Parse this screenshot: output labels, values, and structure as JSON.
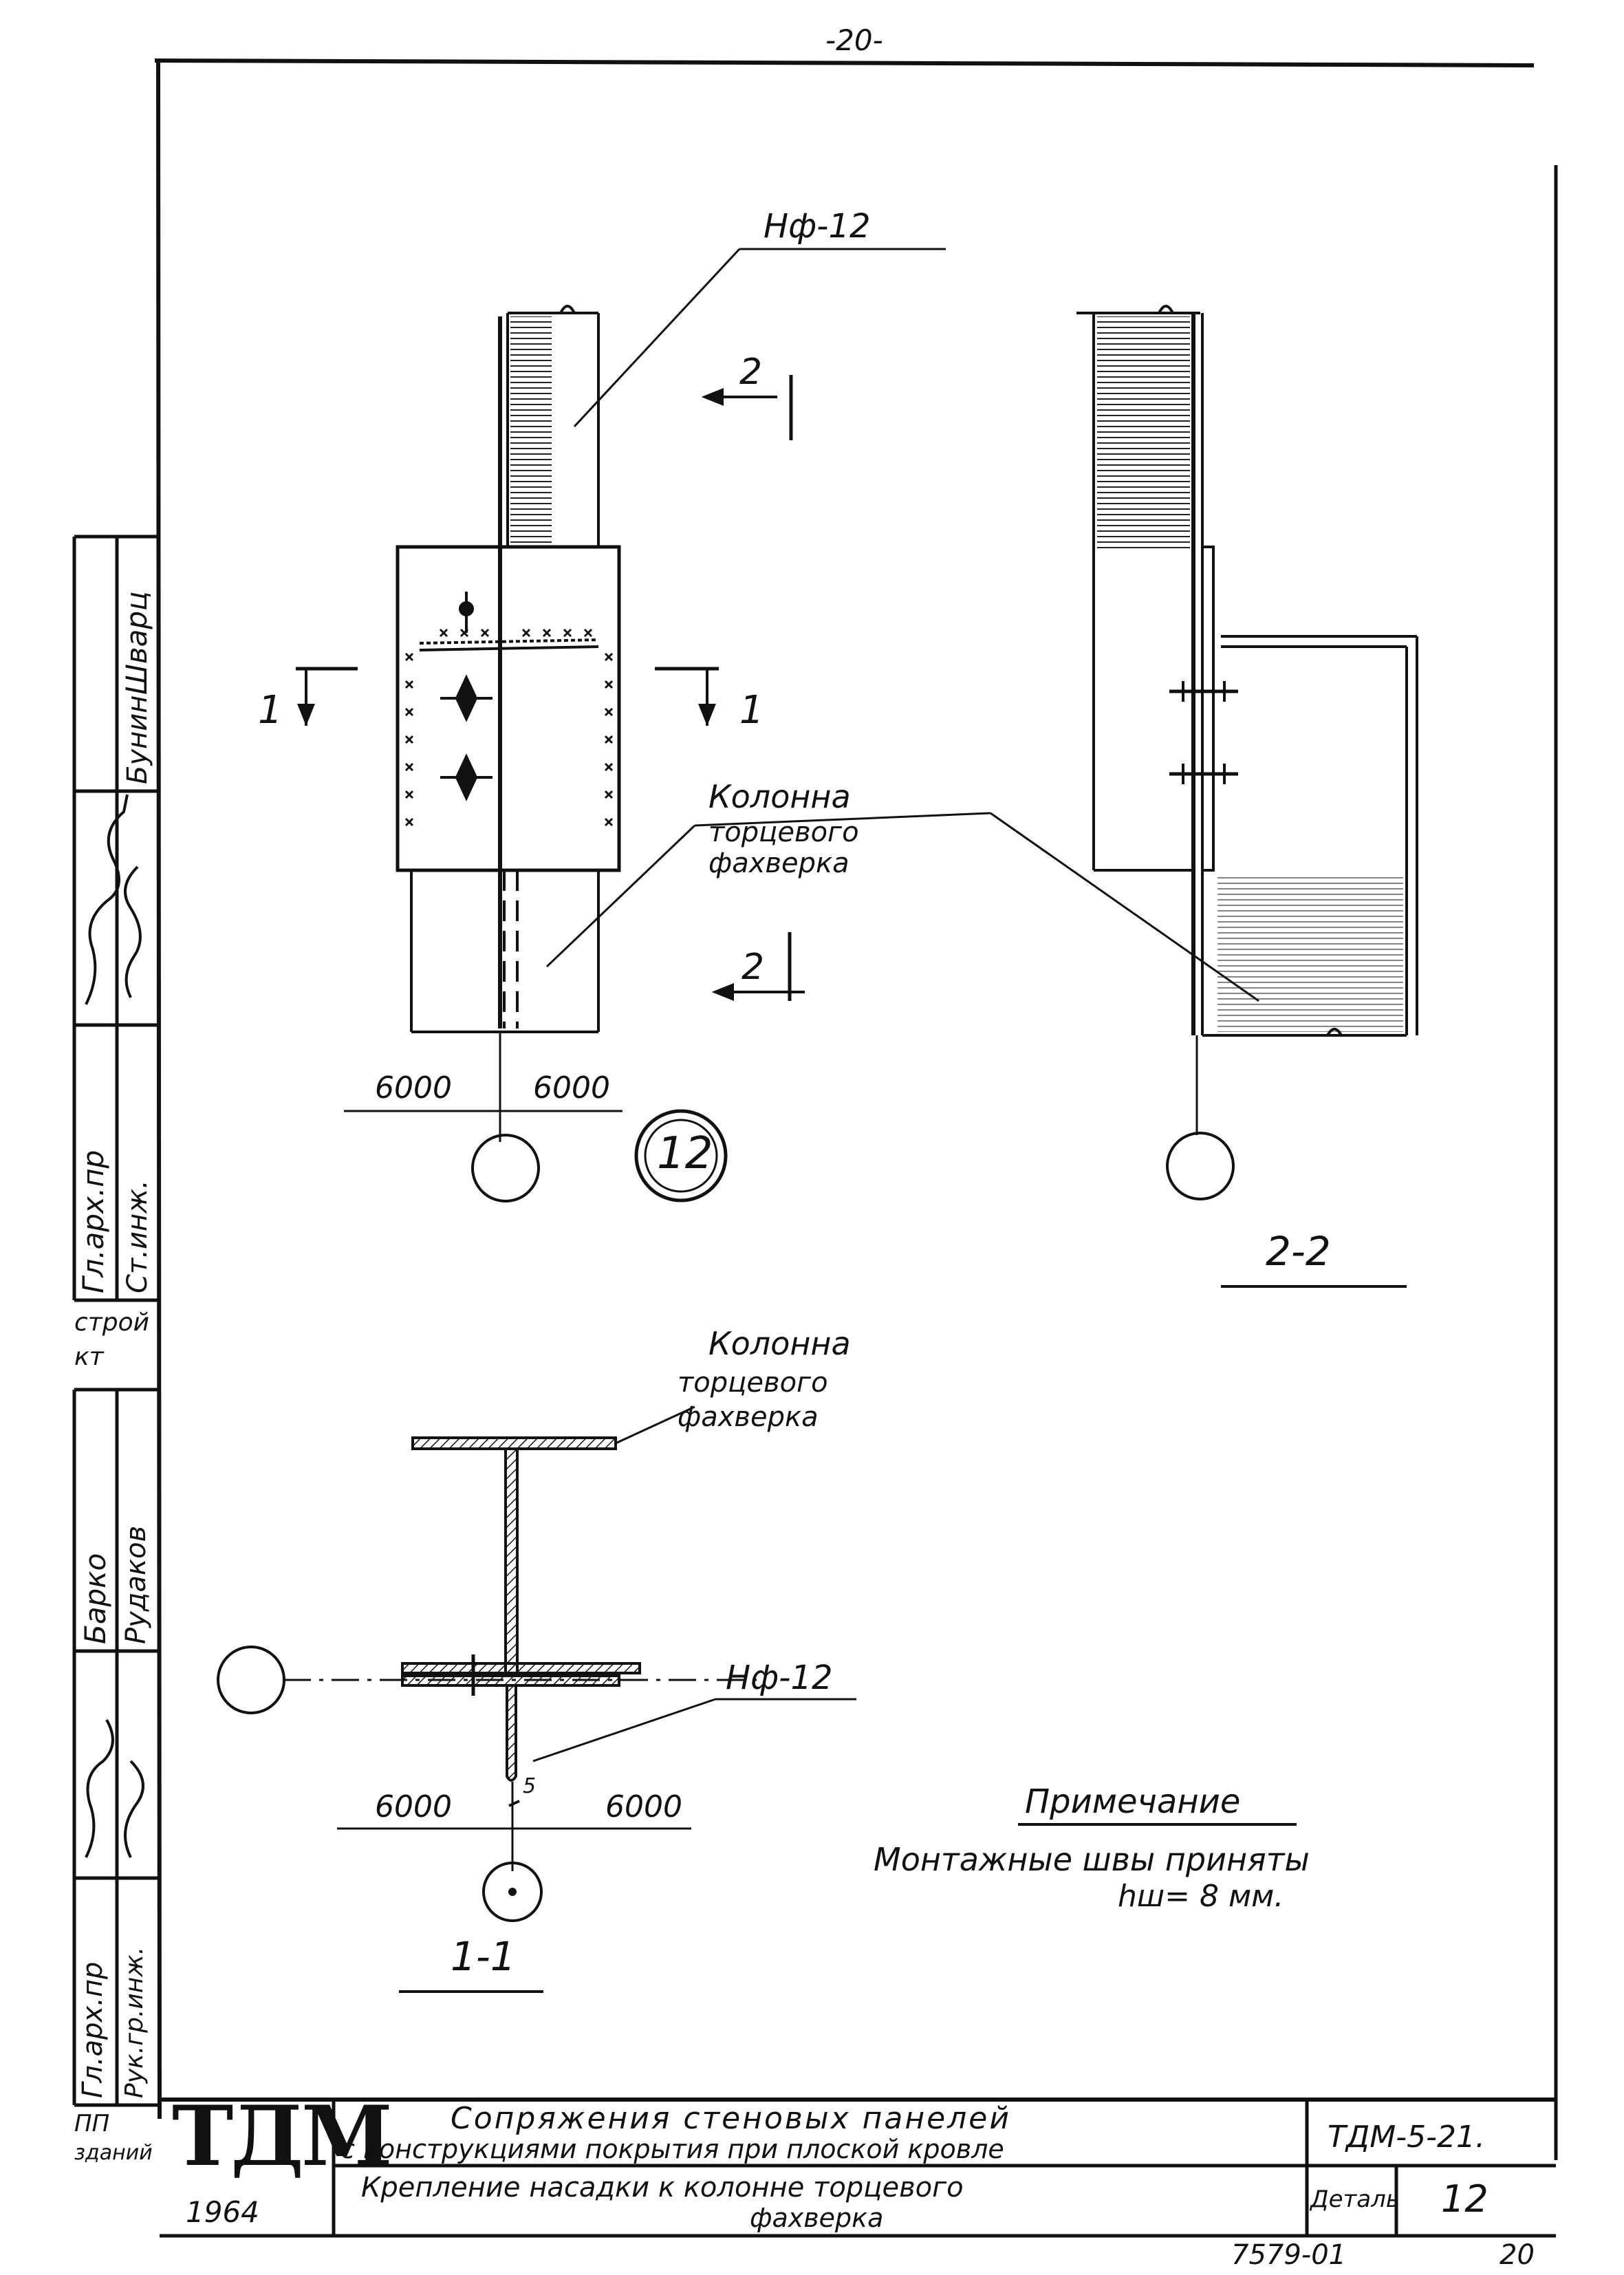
{
  "page_number": "-20-",
  "labels": {
    "nf12_top": "Нф-12",
    "section2_top": "2",
    "section2_bottom": "2",
    "section1_left": "1",
    "section1_right": "1",
    "column_label_1": "Колонна",
    "column_label_2": "торцевого",
    "column_label_3": "фахверка",
    "dim_left_top": "6000",
    "dim_right_top": "6000",
    "detail_marker": "12",
    "section_22": "2-2",
    "plan_column_1": "Колонна",
    "plan_column_2": "торцевого",
    "plan_column_3": "фахверка",
    "nf12_bottom": "Нф-12",
    "dim_left_bottom": "6000",
    "dim_right_bottom": "6000",
    "dim_gap": "5",
    "section_11": "1-1",
    "note_title": "Примечание",
    "note_line1": "Монтажные швы приняты",
    "note_line2": "hш= 8 мм."
  },
  "sidebar": {
    "row1_role": "Гл.арх.пр",
    "row1_name": "Шварц",
    "row2_role": "Ст.инж.",
    "row2_name": "Бунин",
    "org_1": "строй",
    "org_2": "кт",
    "row3_role": "Гл.арх.пр",
    "row3_name": "Барко",
    "row4_role": "Рук.гр.инж.",
    "row4_name": "Рудаков",
    "bottom_1": "ПП",
    "bottom_2": "зданий"
  },
  "title_block": {
    "logo": "ТДМ",
    "year": "1964",
    "title_line1": "Сопряжения стеновых панелей",
    "title_line2": "с конструкциями покрытия при плоской кровле",
    "subtitle_line1": "Крепление насадки к колонне торцевого",
    "subtitle_line2": "фахверка",
    "code": "ТДМ-5-21.",
    "detail_label": "Деталь",
    "detail_number": "12",
    "sheet_code": "7579-01",
    "sheet_number": "20"
  }
}
